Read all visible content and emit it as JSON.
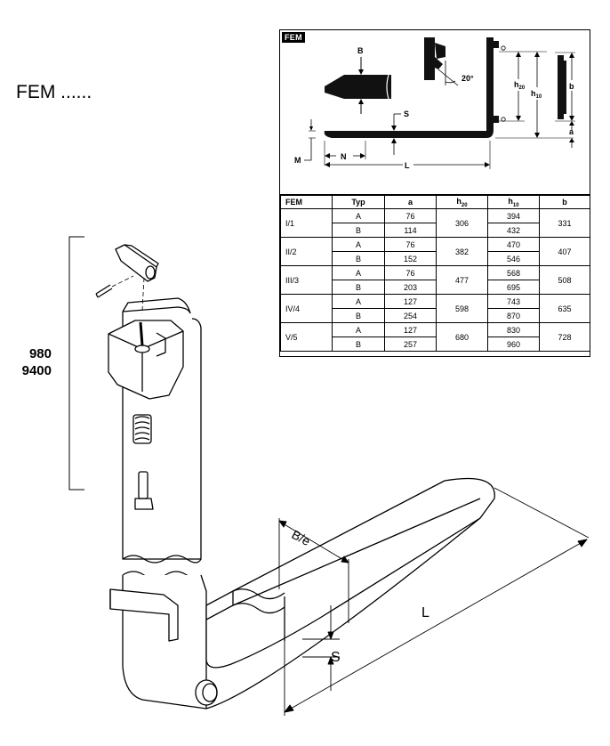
{
  "title": "FEM ......",
  "part_numbers": [
    "980",
    "9400"
  ],
  "panel": {
    "tag": "FEM",
    "labels": {
      "B": "B",
      "angle": "20°",
      "S": "S",
      "M": "M",
      "N": "N",
      "L": "L",
      "h20": "h",
      "h20_sub": "20",
      "h10": "h",
      "h10_sub": "10",
      "b": "b",
      "a": "a"
    }
  },
  "table": {
    "headers": [
      "FEM",
      "Typ",
      "a",
      "h20",
      "h10",
      "b"
    ],
    "header_parts": {
      "h20_main": "h",
      "h20_sub": "20",
      "h10_main": "h",
      "h10_sub": "10"
    },
    "rows": [
      {
        "fem": "I/1",
        "h20": "306",
        "b": "331",
        "types": [
          {
            "typ": "A",
            "a": "76",
            "h10": "394"
          },
          {
            "typ": "B",
            "a": "114",
            "h10": "432"
          }
        ]
      },
      {
        "fem": "II/2",
        "h20": "382",
        "b": "407",
        "types": [
          {
            "typ": "A",
            "a": "76",
            "h10": "470"
          },
          {
            "typ": "B",
            "a": "152",
            "h10": "546"
          }
        ]
      },
      {
        "fem": "III/3",
        "h20": "477",
        "b": "508",
        "types": [
          {
            "typ": "A",
            "a": "76",
            "h10": "568"
          },
          {
            "typ": "B",
            "a": "203",
            "h10": "695"
          }
        ]
      },
      {
        "fem": "IV/4",
        "h20": "598",
        "b": "635",
        "types": [
          {
            "typ": "A",
            "a": "127",
            "h10": "743"
          },
          {
            "typ": "B",
            "a": "254",
            "h10": "870"
          }
        ]
      },
      {
        "fem": "V/5",
        "h20": "680",
        "b": "728",
        "types": [
          {
            "typ": "A",
            "a": "127",
            "h10": "830"
          },
          {
            "typ": "B",
            "a": "257",
            "h10": "960"
          }
        ]
      }
    ]
  },
  "iso_labels": {
    "width": "B/e",
    "length": "L",
    "thickness": "S"
  }
}
